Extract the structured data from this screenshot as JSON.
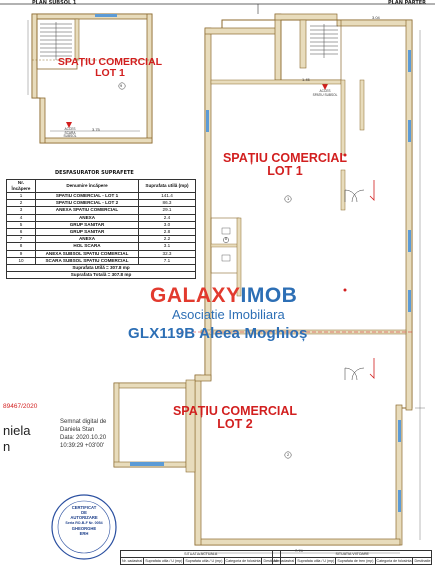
{
  "plan_titles": {
    "basement": "PLAN SUBSOL 1",
    "ground": "PLAN PARTER"
  },
  "rooms": {
    "basement_label": "SPAȚIU COMERCIAL\nLOT 1",
    "lot1_label": "SPAȚIU COMERCIAL\nLOT 1",
    "lot2_label": "SPAȚIU COMERCIAL\nLOT 2"
  },
  "stair_notes": {
    "left": "ACCES\nSCARA\nSUBSOL",
    "right": "ACCES\nSPATIU SUBSOL"
  },
  "surface_table": {
    "title": "DESFASURATOR SUPRAFETE",
    "headers": [
      "Nr. Încăpere",
      "Denumire încăpere",
      "Suprafata utilă (mp)"
    ],
    "rows": [
      [
        "1",
        "SPATIU COMERCIAL - LOT 1",
        "141.4"
      ],
      [
        "2",
        "SPATIU COMERCIAL - LOT 2",
        "86.3"
      ],
      [
        "3",
        "ANEXA SPATIU COMERCIAL",
        "29.1"
      ],
      [
        "4",
        "ANEXA",
        "2.4"
      ],
      [
        "5",
        "GRUP SANITAR",
        "3.0"
      ],
      [
        "6",
        "GRUP SANITAR",
        "2.8"
      ],
      [
        "7",
        "ANEXA",
        "2.2"
      ],
      [
        "8",
        "HOL SCARA",
        "3.1"
      ],
      [
        "9",
        "ANEXA SUBSOL SPATIU COMERCIAL",
        "32.3"
      ],
      [
        "10",
        "SCARA SUBSOL SPATIU COMERCIAL",
        "7.1"
      ]
    ],
    "total_useful": "Suprafata Utilă = 307.8 mp",
    "total_overall": "Suprafata Totală = 307.8 mp"
  },
  "watermark": {
    "brand_prefix": "GALAXY",
    "brand_suffix": "IMOB",
    "subtitle": "Asociatie Imobiliara",
    "reference": "GLX119B Aleea Moghioș"
  },
  "signature": {
    "cadastral_number": "89467/2020",
    "name_fragment": "niela",
    "name_fragment2": "n",
    "signed_line1": "Semnat digital de",
    "signed_line2": "Daniela Stan",
    "signed_line3": "Data: 2020.10.20",
    "signed_line4": "10:39:29 +03'00'"
  },
  "stamp": {
    "line1": "CERTIFICAT",
    "line2": "DE",
    "line3": "AUTORIZARE",
    "line4": "Seria RO-B-F Nr. 0054",
    "line5": "GHEORGHE",
    "line6": "ERH"
  },
  "footer": {
    "left_header": "SITUATIA ACTUALA",
    "right_header": "SITUATIA VIITOARE",
    "col1": "Nr. cadastral",
    "col2": "Suprafata utila / U (mp)",
    "col3": "Suprafata utila / U (mp)",
    "col4": "Categoria de folosinta",
    "col5": "Destinatie",
    "col6": "Nr. cadastral",
    "col7": "Suprafata utila / U (mp)",
    "col8": "Suprafata de tren (mp)",
    "col9": "Categoria de folosinta",
    "col10": "Destinatie"
  },
  "room_numbers": {
    "basement": "9",
    "lot1": "1",
    "lot2": "2",
    "stair": "8"
  },
  "dimensions": {
    "bottom": "7.74",
    "top_right": "3.04",
    "basement_bottom": "3.75",
    "small_top": "1.45"
  },
  "colors": {
    "wall_fill": "#e8dcbc",
    "wall_stroke": "#8c6a2e",
    "window": "#5c9bd6",
    "label_red": "#d21f1f",
    "watermark_red": "#e23a2e",
    "watermark_blue": "#2d6fb5"
  }
}
